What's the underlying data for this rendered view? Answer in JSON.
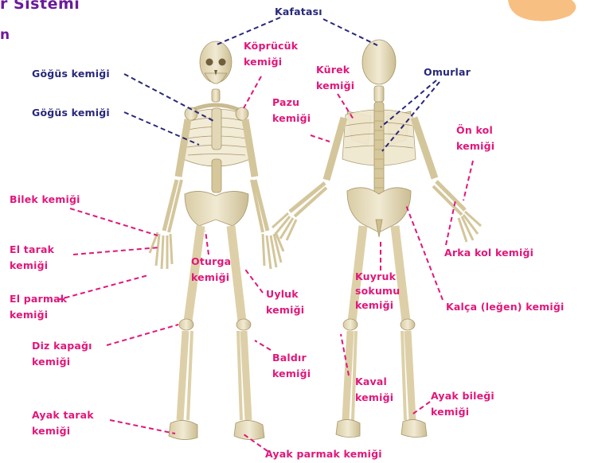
{
  "header": {
    "title_fragment": "r Sistemi",
    "subtitle_fragment": "n"
  },
  "colors": {
    "label_pink": "#e0177a",
    "label_navy": "#27287a",
    "bone": "#e9e1c5",
    "bone_shadow": "#c8b98e",
    "blob": "#f6b46b"
  },
  "labels": {
    "kafatasi": "Kafatası",
    "kopracak": [
      "Köprücük",
      "kemiği"
    ],
    "gogus1": "Göğüs kemiği",
    "gogus2": "Göğüs kemiği",
    "kurek": [
      "Kürek",
      "kemiği"
    ],
    "omurlar": "Omurlar",
    "pazu": [
      "Pazu",
      "kemiği"
    ],
    "onkol": [
      "Ön kol",
      "kemiği"
    ],
    "bilek": "Bilek kemiği",
    "eltarak": [
      "El tarak",
      "kemiği"
    ],
    "elparmak": [
      "El parmak",
      "kemiği"
    ],
    "oturga": [
      "Oturga",
      "kemiği"
    ],
    "uyluk": [
      "Uyluk",
      "kemiği"
    ],
    "kuyruk": [
      "Kuyruk",
      "sokumu",
      "kemiği"
    ],
    "arkakol": "Arka kol kemiği",
    "kalca": "Kalça (leğen) kemiği",
    "dizkapagi": [
      "Diz kapağı",
      "kemiği"
    ],
    "baldir": [
      "Baldır",
      "kemiği"
    ],
    "kaval": [
      "Kaval",
      "kemiği"
    ],
    "ayakbilegi": [
      "Ayak bileği",
      "kemiği"
    ],
    "ayaktarak": [
      "Ayak tarak",
      "kemiği"
    ],
    "ayakparmak": "Ayak parmak kemiği"
  }
}
